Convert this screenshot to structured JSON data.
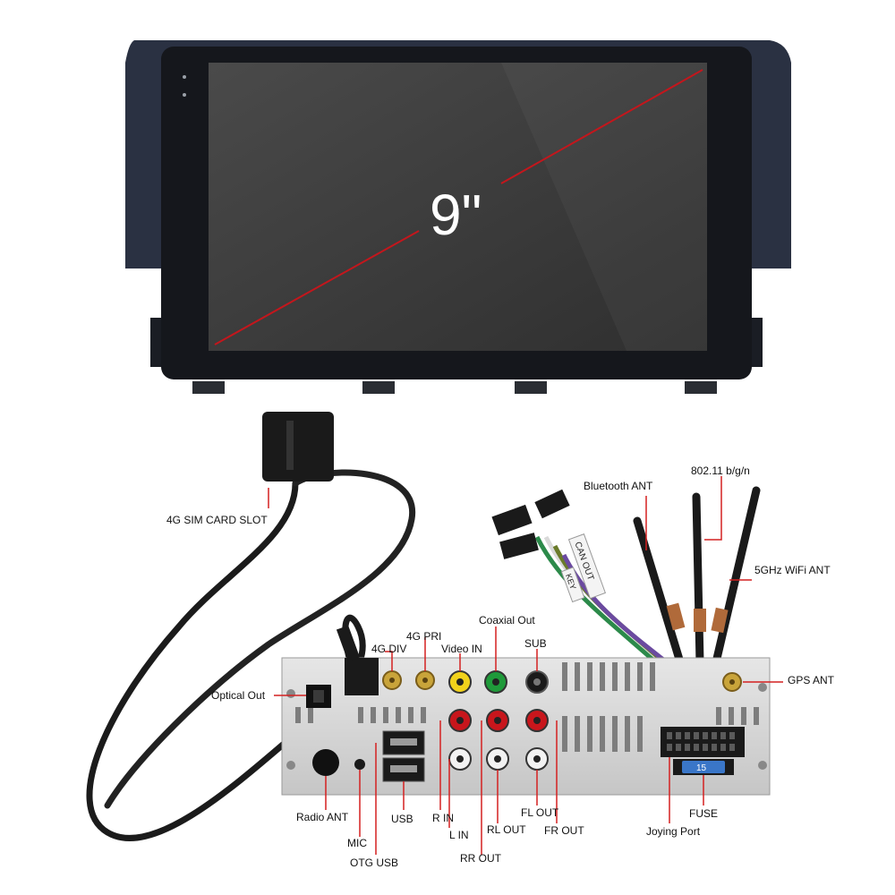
{
  "screen": {
    "size_label": "9\""
  },
  "labels": {
    "sim_slot": "4G SIM CARD SLOT",
    "bluetooth_ant": "Bluetooth ANT",
    "wifi_802": "802.11 b/g/n",
    "wifi_5ghz": "5GHz WiFi ANT",
    "coaxial_out": "Coaxial Out",
    "fourg_pri": "4G PRI",
    "fourg_div": "4G DIV",
    "video_in": "Video IN",
    "sub": "SUB",
    "optical_out": "Optical Out",
    "gps_ant": "GPS ANT",
    "radio_ant": "Radio ANT",
    "usb": "USB",
    "r_in": "R IN",
    "l_in": "L IN",
    "rl_out": "RL OUT",
    "fl_out": "FL OUT",
    "fr_out": "FR OUT",
    "fuse": "FUSE",
    "joying_port": "Joying Port",
    "mic": "MIC",
    "otg_usb": "OTG USB",
    "rr_out": "RR OUT"
  },
  "cable_tags": {
    "can_out": "CAN OUT",
    "key": "KEY"
  },
  "fuse_value": "15",
  "colors": {
    "frame": "#1f2430",
    "screen": "#3a3a3a",
    "diagonal": "#c4161c",
    "leader": "#d42020",
    "chassis": "#d9d9d9",
    "rca_red": "#c8161c",
    "rca_white": "#f2f2f2",
    "rca_yellow": "#f2d21b",
    "rca_green": "#1f9a3a",
    "gold": "#c9a43a"
  }
}
